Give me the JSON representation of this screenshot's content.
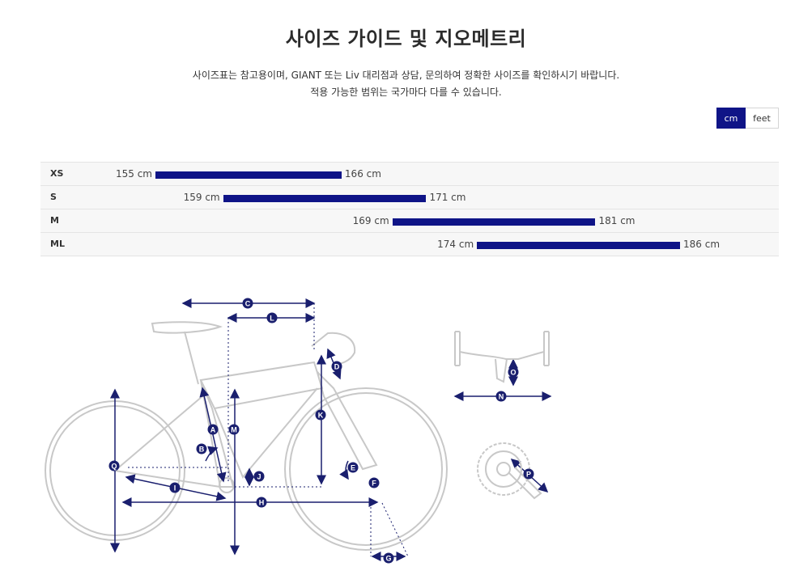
{
  "page": {
    "title": "사이즈 가이드 및 지오메트리",
    "subtitle_line1": "사이즈표는 참고용이며, GIANT 또는 Liv 대리점과 상담, 문의하여 정확한 사이즈를 확인하시기 바랍니다.",
    "subtitle_line2": "적용 가능한 범위는 국가마다 다를 수 있습니다."
  },
  "units": {
    "cm_label": "cm",
    "feet_label": "feet",
    "selected": "cm"
  },
  "colors": {
    "accent": "#0f1487",
    "row_bg": "#f7f7f7",
    "diagram_stroke": "#c8c8c8"
  },
  "size_scale": {
    "min_cm": 155,
    "max_cm": 186
  },
  "sizes": [
    {
      "label": "XS",
      "min": 155,
      "max": 166,
      "min_text": "155 cm",
      "max_text": "166 cm"
    },
    {
      "label": "S",
      "min": 159,
      "max": 171,
      "min_text": "159 cm",
      "max_text": "171 cm"
    },
    {
      "label": "M",
      "min": 169,
      "max": 181,
      "min_text": "169 cm",
      "max_text": "181 cm"
    },
    {
      "label": "ML",
      "min": 174,
      "max": 186,
      "min_text": "174 cm",
      "max_text": "186 cm"
    }
  ],
  "geometry_labels": [
    "A",
    "B",
    "C",
    "D",
    "E",
    "F",
    "G",
    "H",
    "I",
    "J",
    "K",
    "L",
    "M",
    "N",
    "O",
    "P",
    "Q"
  ]
}
